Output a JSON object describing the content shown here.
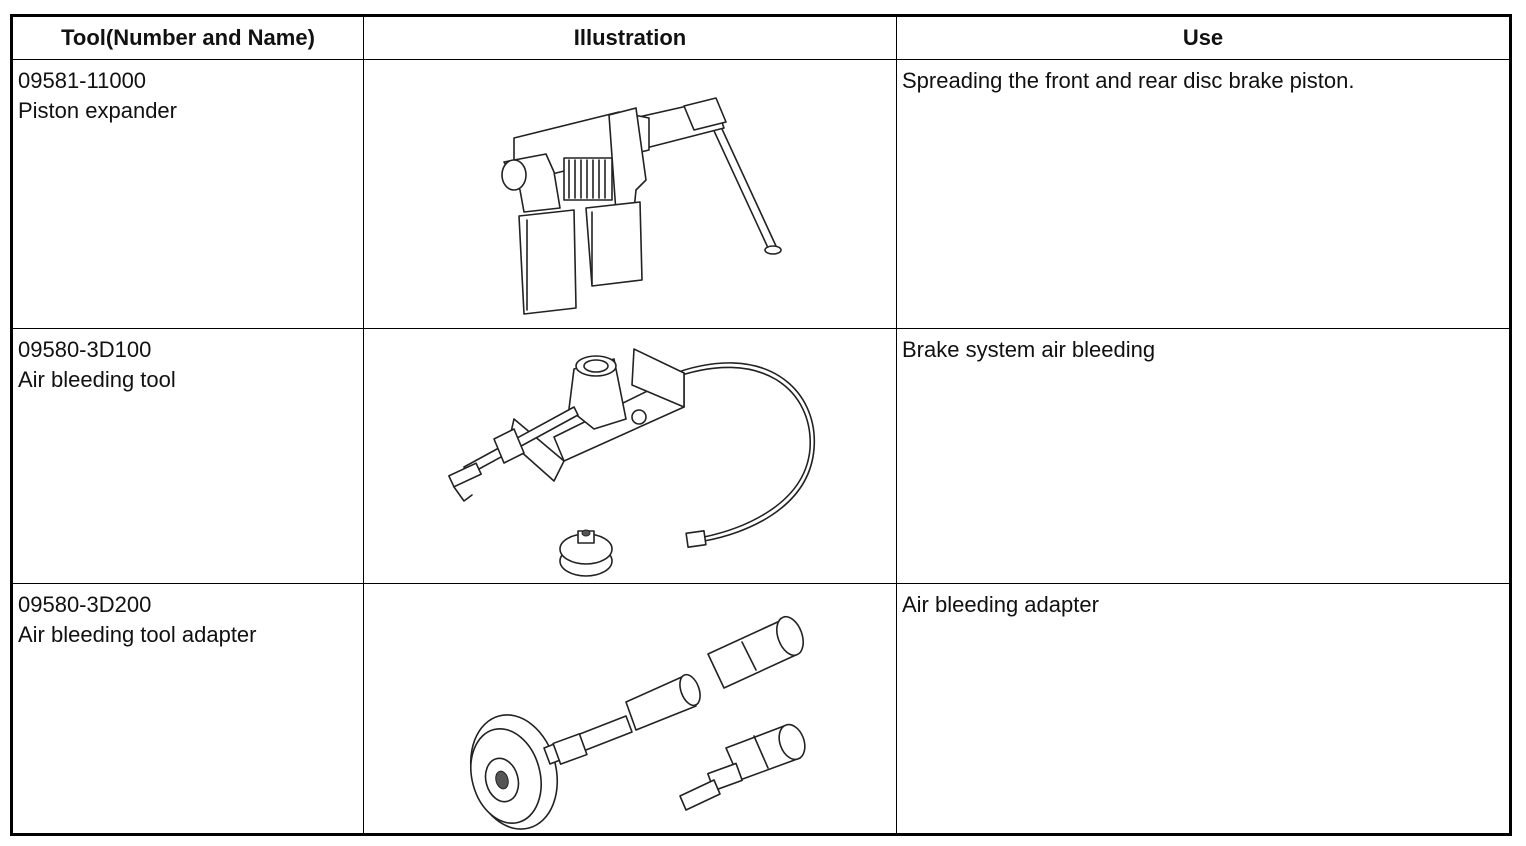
{
  "table": {
    "headers": {
      "tool": "Tool(Number and Name)",
      "illustration": "Illustration",
      "use": "Use"
    },
    "rows": [
      {
        "number": "09581-11000",
        "name": "Piston expander",
        "use": "Spreading the front and rear disc brake piston.",
        "illustration": "piston-expander-drawing"
      },
      {
        "number": "09580-3D100",
        "name": "Air bleeding tool",
        "use": "Brake system air bleeding",
        "illustration": "air-bleeding-tool-drawing"
      },
      {
        "number": "09580-3D200",
        "name": "Air bleeding tool adapter",
        "use": "Air bleeding adapter",
        "illustration": "air-bleeding-adapter-drawing"
      }
    ]
  }
}
